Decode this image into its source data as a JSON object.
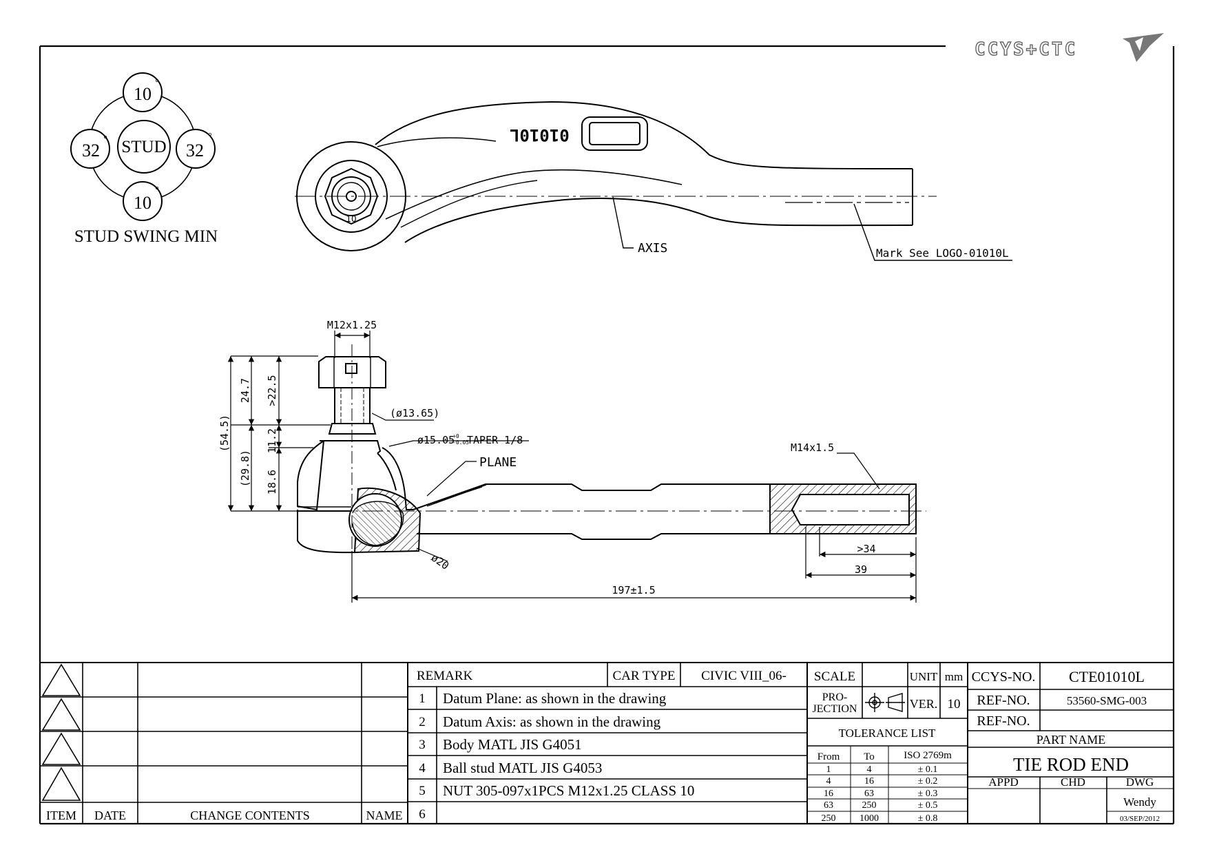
{
  "logo": {
    "text": "CCYS+CTC"
  },
  "stud_swing": {
    "title": "STUD SWING MIN",
    "center": "STUD",
    "top": "10",
    "left": "32",
    "right": "32",
    "bottom": "10",
    "degree": "°"
  },
  "top_view": {
    "part_mark": "01010L",
    "nut_label": "10",
    "axis_label": "AXIS",
    "mark_note": "Mark See LOGO-01010L"
  },
  "side_view": {
    "thread_stud": "M12x1.25",
    "dim_24_7": "24.7",
    "dim_22_5": ">22.5",
    "dim_54_5": "(54.5)",
    "dim_29_8": "(29.8)",
    "dim_11_2": "11.2",
    "dim_18_6": "18.6",
    "dia_13_65": "(ø13.65)",
    "taper": "ø15.05",
    "taper_tol_upper": "+0",
    "taper_tol_lower": "-0.05",
    "taper_suffix": "TAPER 1/8",
    "plane_label": "PLANE",
    "dia_20": "ø20",
    "thread_rod": "M14x1.5",
    "dim_34": ">34",
    "dim_39": "39",
    "dim_197": "197±1.5"
  },
  "revision_block": {
    "headers": {
      "item": "ITEM",
      "date": "DATE",
      "change": "CHANGE CONTENTS",
      "name": "NAME"
    }
  },
  "remark_block": {
    "remark_label": "REMARK",
    "car_type_label": "CAR TYPE",
    "car_type_value": "CIVIC VIII_06-",
    "rows": [
      {
        "no": "1",
        "text": "Datum Plane: as shown in the drawing"
      },
      {
        "no": "2",
        "text": "Datum Axis: as shown in the drawing"
      },
      {
        "no": "3",
        "text": "Body MATL JIS G4051"
      },
      {
        "no": "4",
        "text": "Ball stud MATL JIS G4053"
      },
      {
        "no": "5",
        "text": "NUT 305-097x1PCS M12x1.25 CLASS 10"
      },
      {
        "no": "6",
        "text": ""
      }
    ]
  },
  "title_block": {
    "scale_label": "SCALE",
    "scale_value": "",
    "unit_label": "UNIT",
    "unit_value": "mm",
    "projection_label_1": "PRO-",
    "projection_label_2": "JECTION",
    "ver_label": "VER.",
    "ver_value": "10",
    "tolerance_title": "TOLERANCE LIST",
    "tolerance_headers": {
      "from": "From",
      "to": "To",
      "std": "ISO 2769m"
    },
    "tolerance_rows": [
      {
        "from": "1",
        "to": "4",
        "tol": "± 0.1"
      },
      {
        "from": "4",
        "to": "16",
        "tol": "± 0.2"
      },
      {
        "from": "16",
        "to": "63",
        "tol": "± 0.3"
      },
      {
        "from": "63",
        "to": "250",
        "tol": "± 0.5"
      },
      {
        "from": "250",
        "to": "1000",
        "tol": "± 0.8"
      }
    ],
    "ccys_no_label": "CCYS-NO.",
    "ccys_no_value": "CTE01010L",
    "ref_no_label": "REF-NO.",
    "ref_no_value": "53560-SMG-003",
    "ref_no2_label": "REF-NO.",
    "ref_no2_value": "",
    "part_name_label": "PART NAME",
    "part_name_value": "TIE ROD END",
    "appd_label": "APPD",
    "chd_label": "CHD",
    "dwg_label": "DWG",
    "drawn_by": "Wendy",
    "date": "03/SEP/2012"
  }
}
